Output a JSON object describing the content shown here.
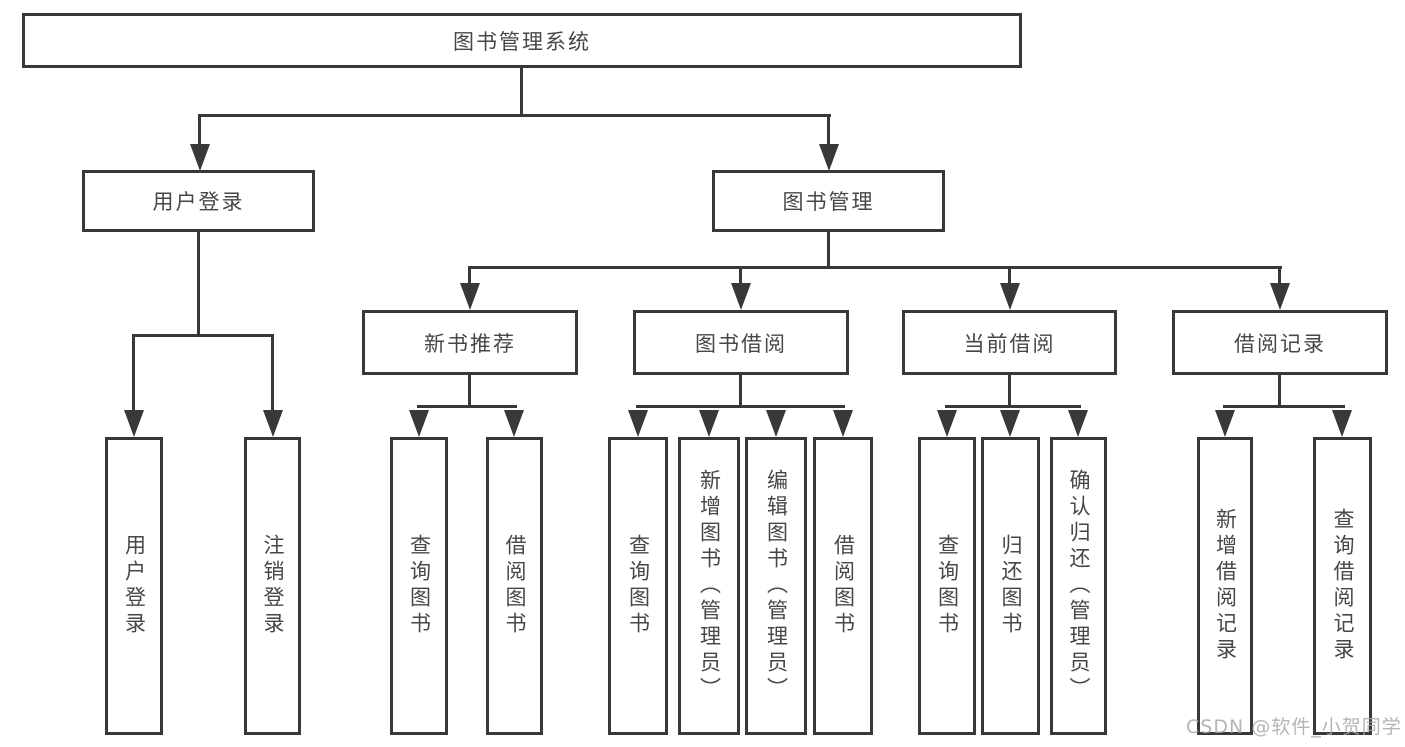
{
  "diagram": {
    "type": "tree",
    "root": {
      "label": "图书管理系统"
    },
    "level1": [
      {
        "label": "用户登录",
        "parent": "图书管理系统"
      },
      {
        "label": "图书管理",
        "parent": "图书管理系统"
      }
    ],
    "level2": [
      {
        "label": "新书推荐",
        "parent": "图书管理"
      },
      {
        "label": "图书借阅",
        "parent": "图书管理"
      },
      {
        "label": "当前借阅",
        "parent": "图书管理"
      },
      {
        "label": "借阅记录",
        "parent": "图书管理"
      }
    ],
    "leaves": [
      {
        "label": "用户登录",
        "parent": "用户登录"
      },
      {
        "label": "注销登录",
        "parent": "用户登录"
      },
      {
        "label": "查询图书",
        "parent": "新书推荐"
      },
      {
        "label": "借阅图书",
        "parent": "新书推荐"
      },
      {
        "label": "查询图书",
        "parent": "图书借阅"
      },
      {
        "label": "新增图书（管理员）",
        "parent": "图书借阅"
      },
      {
        "label": "编辑图书（管理员）",
        "parent": "图书借阅"
      },
      {
        "label": "借阅图书",
        "parent": "图书借阅"
      },
      {
        "label": "查询图书",
        "parent": "当前借阅"
      },
      {
        "label": "归还图书",
        "parent": "当前借阅"
      },
      {
        "label": "确认归还（管理员）",
        "parent": "当前借阅"
      },
      {
        "label": "新增借阅记录",
        "parent": "借阅记录"
      },
      {
        "label": "查询借阅记录",
        "parent": "借阅记录"
      }
    ],
    "watermark": "CSDN @软件_小贺同学",
    "colors": {
      "line": "#383838",
      "box_border": "#383838",
      "box_background": "#ffffff",
      "text": "#474747",
      "page_background": "#ffffff",
      "watermark": "#a8a8a8"
    }
  }
}
